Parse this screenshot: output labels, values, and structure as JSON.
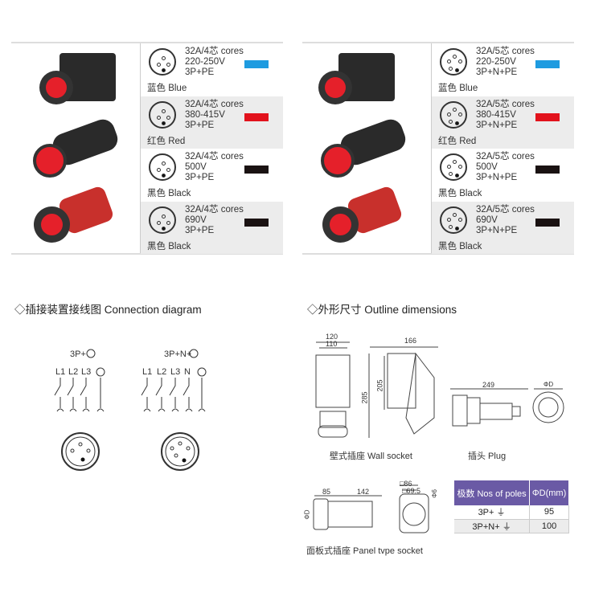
{
  "left_panel": {
    "rows": [
      {
        "spec": [
          "32A/4芯 cores",
          "220-250V",
          "3P+PE"
        ],
        "color_label": "蓝色  Blue",
        "swatch": "#1e9be0"
      },
      {
        "spec": [
          "32A/4芯 cores",
          "380-415V",
          "3P+PE"
        ],
        "color_label": "红色  Red",
        "swatch": "#e2121c"
      },
      {
        "spec": [
          "32A/4芯 cores",
          "500V",
          "3P+PE"
        ],
        "color_label": "黑色  Black",
        "swatch": "#1a1212"
      },
      {
        "spec": [
          "32A/4芯 cores",
          "690V",
          "3P+PE"
        ],
        "color_label": "黑色  Black",
        "swatch": "#1a1212"
      }
    ]
  },
  "right_panel": {
    "rows": [
      {
        "spec": [
          "32A/5芯 cores",
          "220-250V",
          "3P+N+PE"
        ],
        "color_label": "蓝色  Blue",
        "swatch": "#1e9be0"
      },
      {
        "spec": [
          "32A/5芯 cores",
          "380-415V",
          "3P+N+PE"
        ],
        "color_label": "红色  Red",
        "swatch": "#e2121c"
      },
      {
        "spec": [
          "32A/5芯 cores",
          "500V",
          "3P+N+PE"
        ],
        "color_label": "黑色  Black",
        "swatch": "#1a1212"
      },
      {
        "spec": [
          "32A/5芯 cores",
          "690V",
          "3P+N+PE"
        ],
        "color_label": "黑色  Black",
        "swatch": "#1a1212"
      }
    ]
  },
  "connection": {
    "title": "◇插接装置接线图 Connection diagram",
    "d1_title": "3P+",
    "d2_title": "3P+N+",
    "d1_terms": [
      "L1",
      "L2",
      "L3"
    ],
    "d2_terms": [
      "L1",
      "L2",
      "L3",
      "N"
    ]
  },
  "outline": {
    "title": "◇外形尺寸 Outline dimensions",
    "wall": {
      "label": "壁式插座 Wall socket",
      "dims": [
        "120",
        "110",
        "166",
        "285",
        "205"
      ]
    },
    "plug": {
      "label": "插头 Plug",
      "dims": [
        "249",
        "ΦD"
      ]
    },
    "panel": {
      "label": "面板式插座  Panel tvpe socket",
      "dims": [
        "85",
        "142",
        "□86",
        "□69.5",
        "ΦD",
        "Φ6"
      ]
    },
    "table": {
      "headers": [
        "极数 Nos of poles",
        "ΦD(mm)"
      ],
      "rows": [
        [
          "3P+",
          "95"
        ],
        [
          "3P+N+",
          "100"
        ]
      ]
    }
  }
}
